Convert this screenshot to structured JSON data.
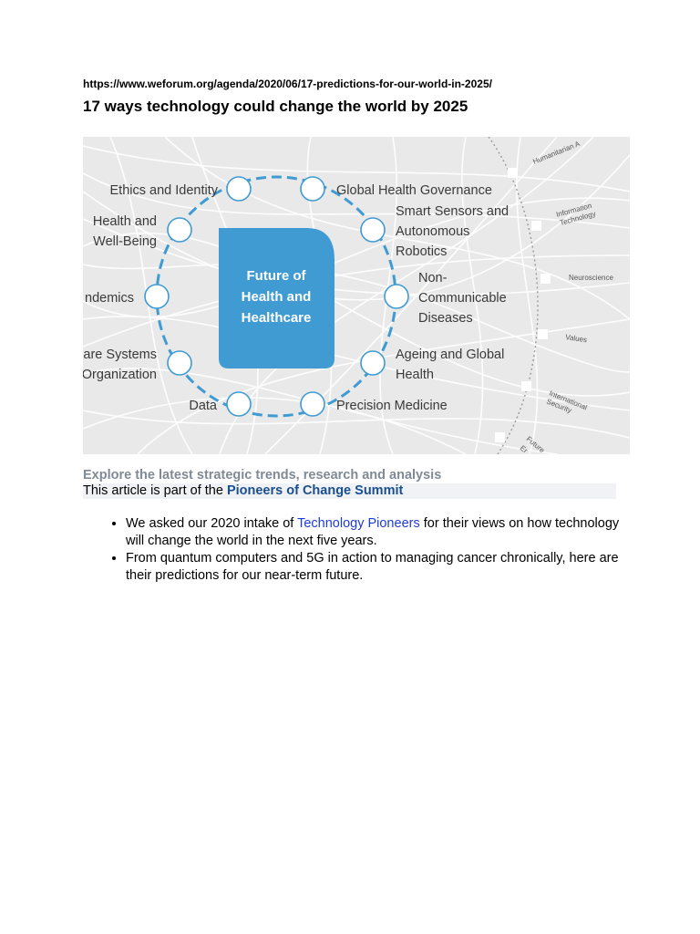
{
  "article": {
    "url": "https://www.weforum.org/agenda/2020/06/17-predictions-for-our-world-in-2025/",
    "title": "17 ways technology could change the world by 2025"
  },
  "figure": {
    "center_label": [
      "Future of",
      "Health and",
      "Healthcare"
    ],
    "ring_labels": {
      "ethics": "Ethics and Identity",
      "governance": "Global Health Governance",
      "health_wellbeing": [
        "Health and",
        "Well-Being"
      ],
      "sensors": [
        "Smart Sensors and",
        "Autonomous",
        "Robotics"
      ],
      "pandemics": "ndemics",
      "ncd": [
        "Non-",
        "Communicable",
        "Diseases"
      ],
      "care_systems": [
        "are Systems",
        "Organization"
      ],
      "ageing": [
        "Ageing and Global",
        "Health"
      ],
      "data": "Data",
      "precision": "Precision Medicine"
    },
    "outer_labels": {
      "humanitarian": "Humanitarian A",
      "info_tech": [
        "Information",
        "Technology"
      ],
      "neuroscience": "Neuroscience",
      "values": "Values",
      "intl_security": [
        "International",
        "Security"
      ],
      "future": [
        "Future",
        "Er"
      ]
    },
    "colors": {
      "accent_blue": "#3f9bd1",
      "background": "#e9e9e9"
    }
  },
  "explore": {
    "text": "Explore the latest strategic trends, research and analysis"
  },
  "part_of": {
    "prefix": "This article is part of the ",
    "summit": "Pioneers of Change Summit"
  },
  "bullets": {
    "b1_pre": "We asked our 2020 intake of ",
    "b1_link": "Technology Pioneers",
    "b1_post": " for their views on how technology will change the world in the next five years.",
    "b2": "From quantum computers and 5G in action to managing cancer chronically, here are their predictions for our near-term future."
  }
}
